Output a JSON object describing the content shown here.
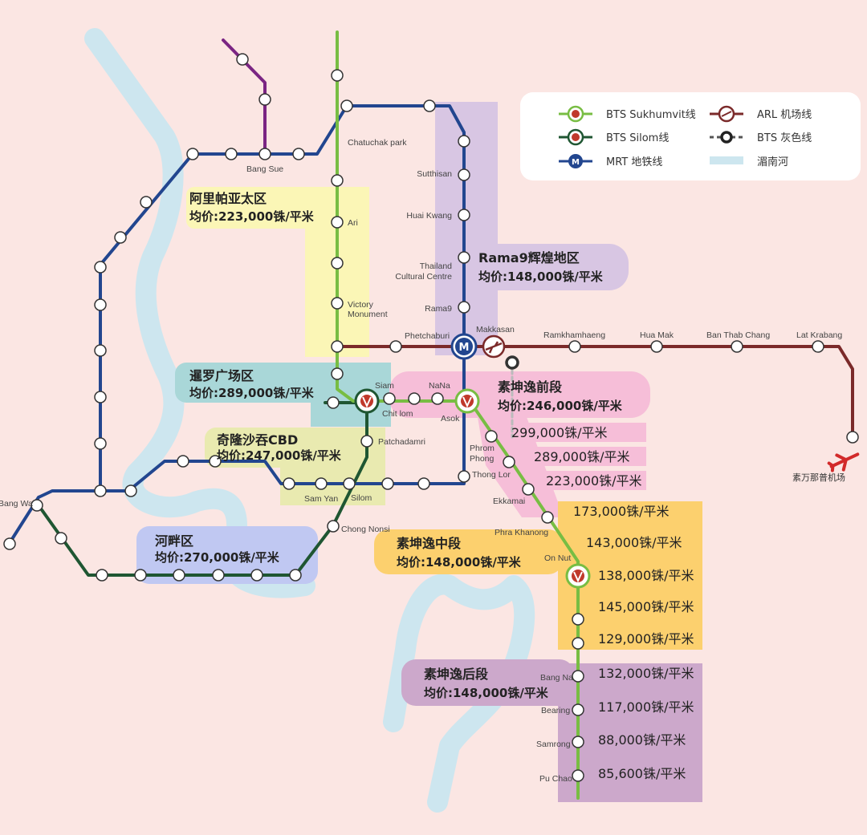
{
  "colors": {
    "background": "#fbe6e3",
    "sukhumvit": "#78bd43",
    "silom": "#1f5632",
    "mrt": "#22468f",
    "arl": "#7b2a2a",
    "purple_line": "#7a2583",
    "river": "#cde6ef"
  },
  "legend": {
    "sukhumvit": "BTS Sukhumvit线",
    "silom": "BTS Silom线",
    "mrt": "MRT 地铁线",
    "arl": "ARL 机场线",
    "grey": "BTS 灰色线",
    "river": "湄南河"
  },
  "zones": {
    "ari": {
      "name": "阿里帕亚太区",
      "price": "均价:223,000铢/平米"
    },
    "rama9": {
      "name": "Rama9辉煌地区",
      "price": "均价:148,000铢/平米"
    },
    "siam": {
      "name": "暹罗广场区",
      "price": "均价:289,000铢/平米"
    },
    "sukh_front": {
      "name": "素坤逸前段",
      "price": "均价:246,000铢/平米"
    },
    "silom": {
      "name": "奇隆沙吞CBD",
      "price": "均价:247,000铢/平米"
    },
    "riverside": {
      "name": "河畔区",
      "price": "均价:270,000铢/平米"
    },
    "sukh_mid": {
      "name": "素坤逸中段",
      "price": "均价:148,000铢/平米"
    },
    "sukh_rear": {
      "name": "素坤逸后段",
      "price": "均价:148,000铢/平米"
    }
  },
  "prices": {
    "p1": "299,000铢/平米",
    "p2": "289,000铢/平米",
    "p3": "223,000铢/平米",
    "p4": "173,000铢/平米",
    "p5": "143,000铢/平米",
    "p6": "138,000铢/平米",
    "p7": "145,000铢/平米",
    "p8": "129,000铢/平米",
    "p9": "132,000铢/平米",
    "p10": "117,000铢/平米",
    "p11": "88,000铢/平米",
    "p12": "85,600铢/平米"
  },
  "stations": {
    "bang_sue": "Bang Sue",
    "chatuchak": "Chatuchak park",
    "sutthisan": "Sutthisan",
    "huai_kwang": "Huai Kwang",
    "thailand_cc_1": "Thailand",
    "thailand_cc_2": "Cultural Centre",
    "rama9": "Rama9",
    "ari": "Ari",
    "victory_1": "Victory",
    "victory_2": "Monument",
    "phetchaburi": "Phetchaburi",
    "makkasan": "Makkasan",
    "ramkhamhaeng": "Ramkhamhaeng",
    "hua_mak": "Hua Mak",
    "ban_thab_chang": "Ban Thab Chang",
    "lat_krabang": "Lat Krabang",
    "siam": "Siam",
    "nana": "NaNa",
    "chit_lom": "Chit lom",
    "asok": "Asok",
    "patchadamri": "Patchadamri",
    "phrom_1": "Phrom",
    "phrom_2": "Phong",
    "thong_lor": "Thong Lor",
    "ekkamai": "Ekkamai",
    "sam_yan": "Sam Yan",
    "silom": "Silom",
    "chong_nonsi": "Chong Nonsi",
    "bang_wa": "Bang Wa",
    "phra_khanong": "Phra Khanong",
    "on_nut": "On Nut",
    "bang_na": "Bang Na",
    "bearing": "Bearing",
    "samrong": "Samrong",
    "pu_chao": "Pu Chao",
    "airport": "素万那普机场"
  },
  "icons": {
    "bts": "bts-train-icon",
    "mrt": "mrt-m-icon",
    "arl": "airplane-icon",
    "grey": "ring-icon",
    "airport": "airplane-icon"
  }
}
